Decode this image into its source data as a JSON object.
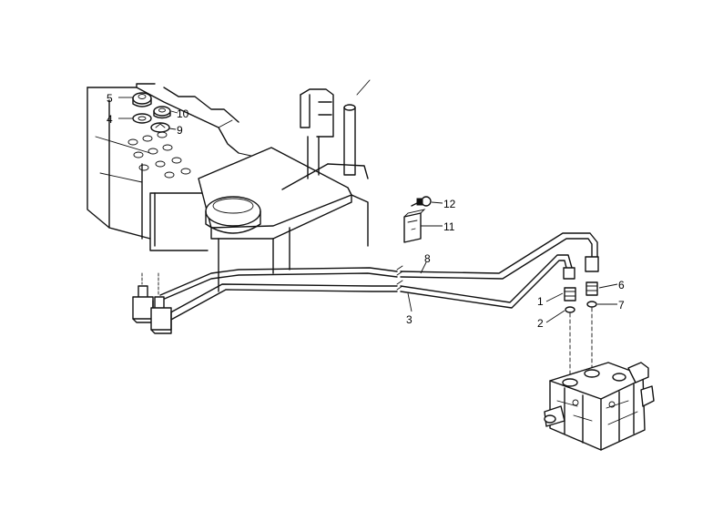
{
  "diagram": {
    "callouts": [
      {
        "id": "c5",
        "text": "5"
      },
      {
        "id": "c4",
        "text": "4"
      },
      {
        "id": "c10",
        "text": "10"
      },
      {
        "id": "c9",
        "text": "9"
      },
      {
        "id": "c12",
        "text": "12"
      },
      {
        "id": "c11",
        "text": "11"
      },
      {
        "id": "c8",
        "text": "8"
      },
      {
        "id": "c3",
        "text": "3"
      },
      {
        "id": "c1",
        "text": "1"
      },
      {
        "id": "c2",
        "text": "2"
      },
      {
        "id": "c6",
        "text": "6"
      },
      {
        "id": "c7",
        "text": "7"
      }
    ]
  }
}
